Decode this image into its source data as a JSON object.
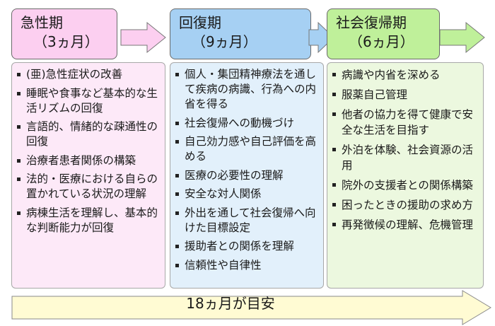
{
  "colors": {
    "phase1_fill": "#fccff0",
    "phase2_fill": "#a6d0f3",
    "phase3_fill": "#bff09a",
    "body1_fill": "#fde9f8",
    "body2_fill": "#e2f0fb",
    "body3_fill": "#ecf8df",
    "timeline_fill": "#fffbd3"
  },
  "phases": [
    {
      "title": "急性期",
      "duration": "（3ヵ月）",
      "items": [
        "(亜)急性症状の改善",
        "睡眠や食事など基本的な生活リズムの回復",
        "言語的、情緒的な疎通性の回復",
        "治療者患者関係の構築",
        "法的・医療における自らの置かれている状況の理解",
        "病棟生活を理解し、基本的な判断能力が回復"
      ]
    },
    {
      "title": "回復期",
      "duration": "（9ヵ月）",
      "items": [
        "個人・集団精神療法を通して疾病の病識、行為への内省を得る",
        "社会復帰への動機づけ",
        "自己効力感や自己評価を高める",
        "医療の必要性の理解",
        "安全な対人関係",
        "外出を通して社会復帰へ向けた目標設定",
        "援助者との関係を理解",
        "信頼性や自律性"
      ]
    },
    {
      "title": "社会復帰期",
      "duration": "（6ヵ月）",
      "items": [
        "病識や内省を深める",
        "服薬自己管理",
        "他者の協力を得て健康で安全な生活を目指す",
        "外泊を体験、社会資源の活用",
        "院外の支援者との関係構築",
        "困ったときの援助の求め方",
        "再発徴候の理解、危機管理"
      ]
    }
  ],
  "timeline": {
    "label": "18ヵ月が目安"
  }
}
